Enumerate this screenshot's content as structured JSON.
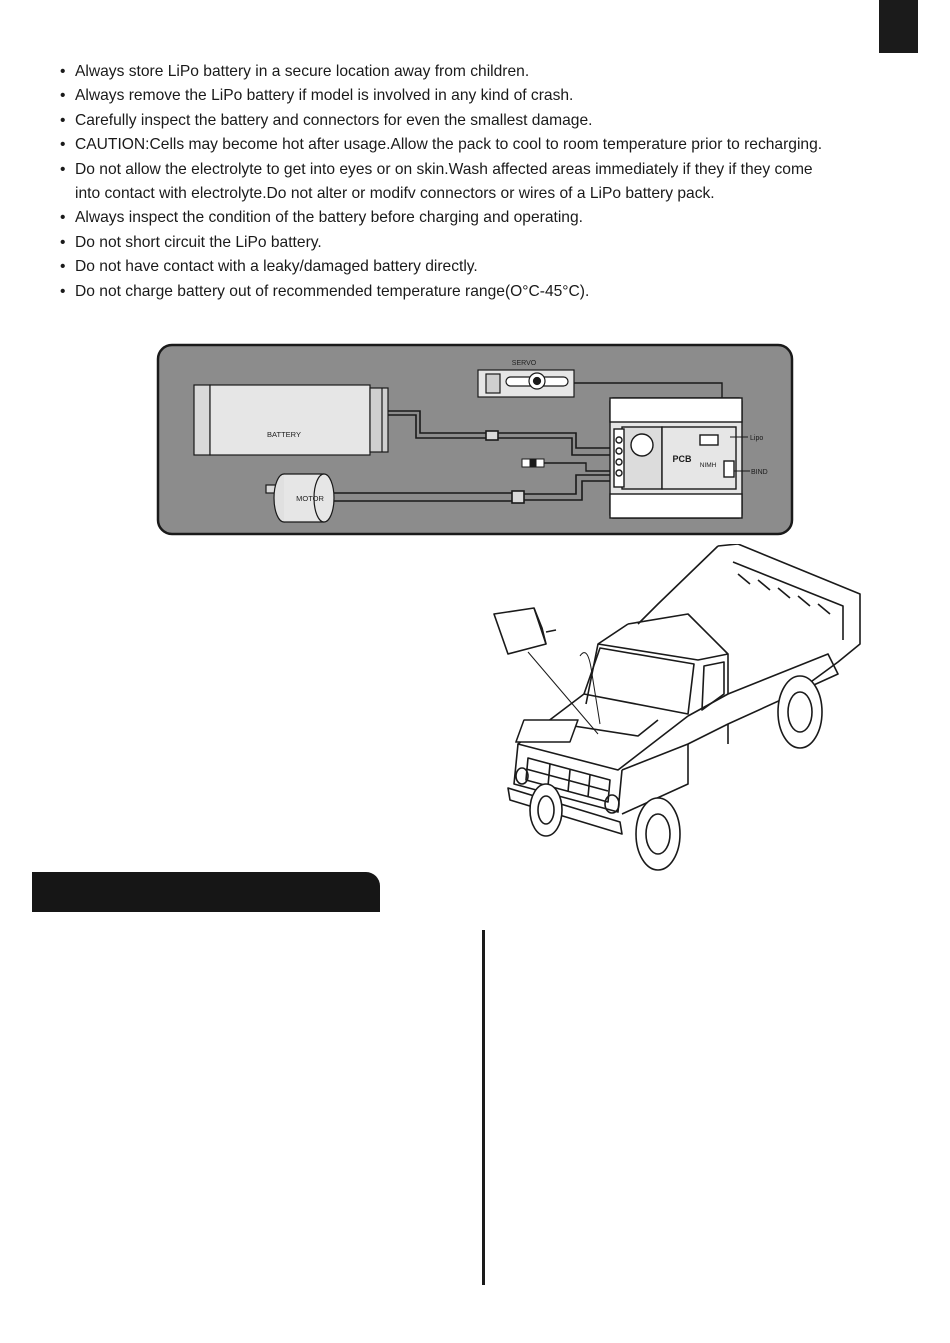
{
  "safety_notes": [
    "Always store LiPo battery in a secure location away from children.",
    "Always remove the LiPo battery if model is involved in any kind of crash.",
    "Carefully inspect the battery and connectors for even the smallest damage.",
    "CAUTION:Cells may become hot after usage.Allow the pack to cool to room temperature prior to recharging.",
    "Do not allow the electrolyte to get into eyes or on skin.Wash affected areas immediately if they if they come",
    "into contact with electrolyte.Do not alter or modifv connectors or wires of a LiPo battery pack.",
    "Always inspect the condition of the battery before charging and operating.",
    "Do not short circuit the LiPo battery.",
    "Do not have contact with a leaky/damaged battery directly.",
    "Do not charge battery out of recommended temperature range(O°C-45°C)."
  ],
  "wiring_diagram": {
    "servo_label": "SERVO",
    "battery_label": "BATTERY",
    "motor_label": "MOTOR",
    "pcb_label": "PCB",
    "lipo_label": "Lipo",
    "nimh_label": "NIMH",
    "bind_label": "BIND",
    "panel_color": "#8c8c8c"
  },
  "section_bar": {
    "color": "#161616"
  }
}
